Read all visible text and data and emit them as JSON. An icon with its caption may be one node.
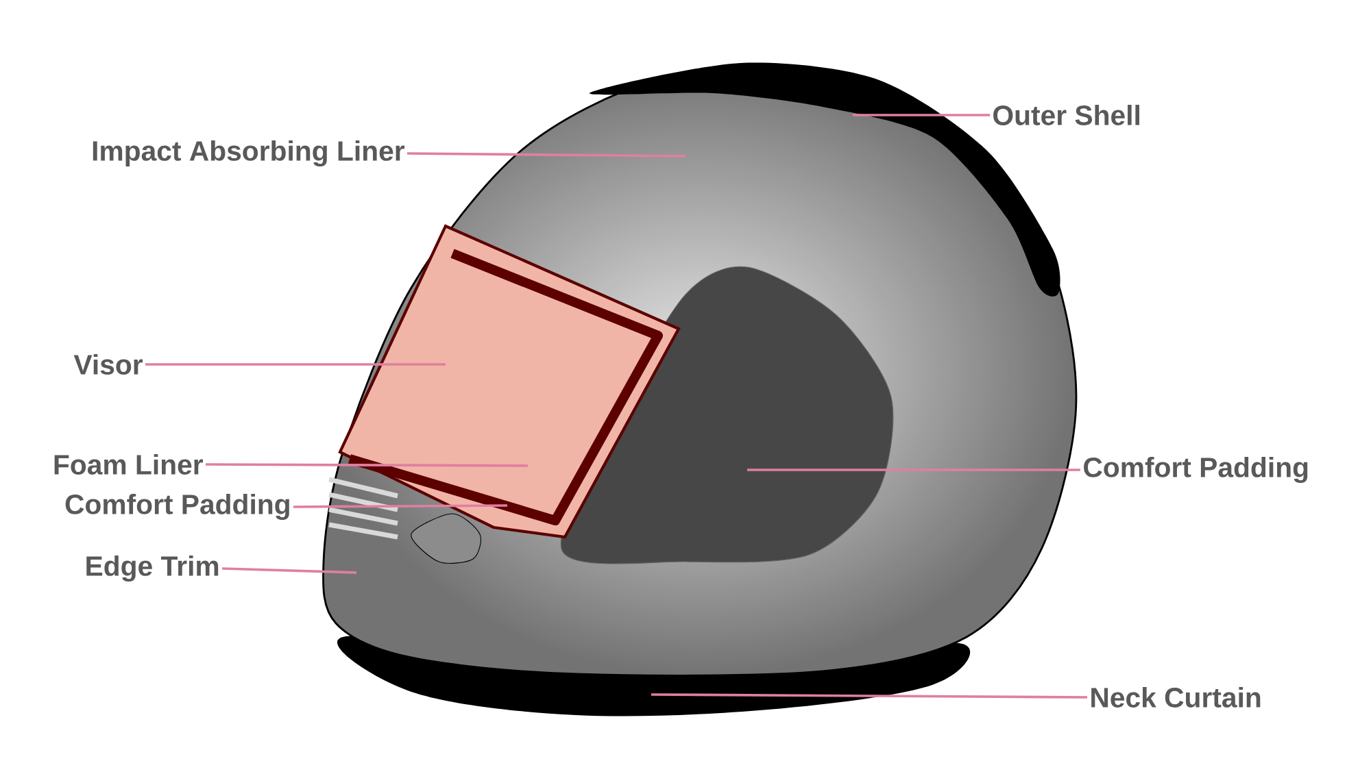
{
  "diagram": {
    "nodes": [
      {
        "text": [
          "Outer Shell"
        ]
      },
      {
        "text": [
          "Impact Absorbing Liner"
        ]
      },
      {
        "text": [
          "Visor"
        ]
      },
      {
        "text": [
          "Foam Liner"
        ]
      },
      {
        "text": [
          "Comfort Padding"
        ]
      },
      {
        "text": [
          "Edge Trim"
        ]
      },
      {
        "text": [
          "Comfort Padding"
        ]
      },
      {
        "text": [
          "Neck Curtain"
        ]
      }
    ],
    "edges": [
      {
        "from": 0,
        "to": null,
        "arrow": "none"
      },
      {
        "from": 1,
        "to": null,
        "arrow": "none"
      },
      {
        "from": 2,
        "to": null,
        "arrow": "none"
      },
      {
        "from": 3,
        "to": null,
        "arrow": "none"
      },
      {
        "from": 4,
        "to": null,
        "arrow": "none"
      },
      {
        "from": 5,
        "to": null,
        "arrow": "none"
      },
      {
        "from": 6,
        "to": null,
        "arrow": "none"
      },
      {
        "from": 7,
        "to": null,
        "arrow": "none"
      }
    ]
  }
}
